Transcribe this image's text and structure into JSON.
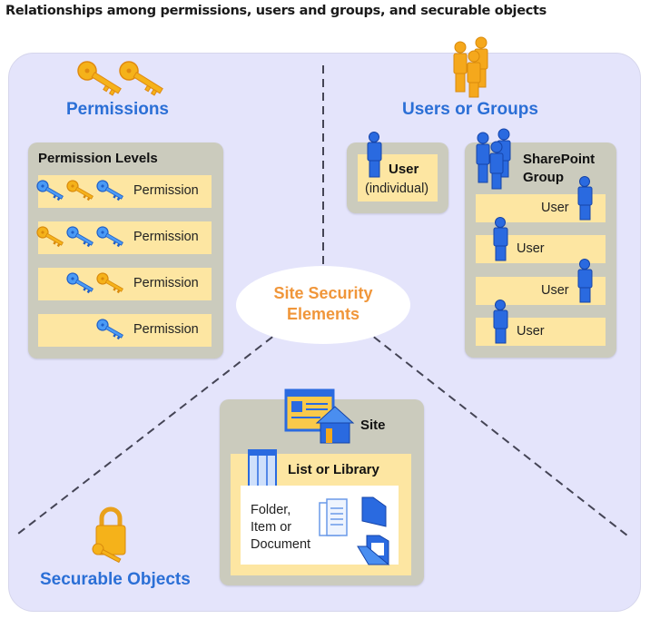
{
  "title": "Relationships among permissions, users and groups, and securable objects",
  "center": {
    "line1": "Site Security",
    "line2": "Elements"
  },
  "permissions": {
    "heading": "Permissions",
    "box_title": "Permission Levels",
    "rows": [
      {
        "label": "Permission",
        "keys": [
          "blue",
          "gold",
          "blue"
        ]
      },
      {
        "label": "Permission",
        "keys": [
          "gold",
          "blue",
          "blue"
        ]
      },
      {
        "label": "Permission",
        "keys": [
          "blue",
          "gold"
        ]
      },
      {
        "label": "Permission",
        "keys": [
          "blue"
        ]
      }
    ]
  },
  "users": {
    "heading": "Users or Groups",
    "individual": {
      "label": "User",
      "sublabel": "(individual)"
    },
    "group": {
      "title_line1": "SharePoint",
      "title_line2": "Group",
      "members": [
        "User",
        "User",
        "User",
        "User"
      ]
    }
  },
  "securable": {
    "heading": "Securable Objects",
    "site": "Site",
    "list": "List or Library",
    "item_line1": "Folder,",
    "item_line2": "Item or",
    "item_line3": "Document"
  },
  "colors": {
    "heading_blue": "#2b6fd6",
    "center_orange": "#f0963a",
    "panel": "#e4e4fb",
    "box_gray": "#cbcbbd",
    "bar_yellow": "#fde6a2"
  }
}
